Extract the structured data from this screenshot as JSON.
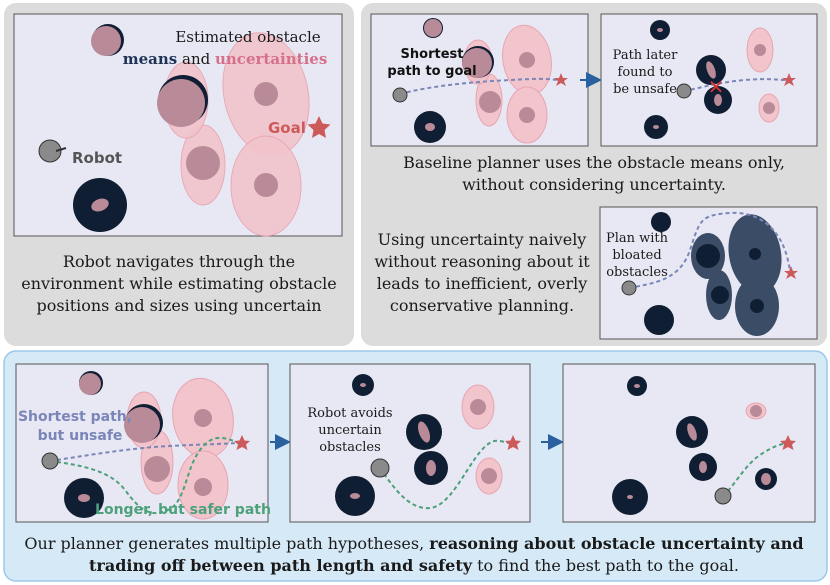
{
  "panels": {
    "topleft": {
      "legend_line1": "Estimated obstacle",
      "legend_means": "means",
      "legend_and": "and",
      "legend_uncertainties": "uncertainties",
      "goal_label": "Goal",
      "robot_label": "Robot",
      "caption": [
        "Robot navigates through the",
        "environment while estimating obstacle",
        "positions and sizes using uncertain"
      ]
    },
    "topright": {
      "shortest_path_label": [
        "Shortest",
        "path to goal"
      ],
      "unsafe_label": [
        "Path later",
        "found to",
        "be unsafe"
      ],
      "baseline_caption": [
        "Baseline planner uses the obstacle means only,",
        "without considering uncertainty."
      ],
      "naive_caption": [
        "Using uncertainty naively",
        "without reasoning about it",
        "leads to inefficient, overly",
        "conservative planning."
      ],
      "bloated_label": [
        "Plan with",
        "bloated",
        "obstacles"
      ]
    },
    "bottom": {
      "shortest_unsafe_label": [
        "Shortest path,",
        "but unsafe"
      ],
      "longer_safer_label": "Longer, but safer path",
      "avoids_label": [
        "Robot avoids",
        "uncertain",
        "obstacles"
      ],
      "caption_line1_a": "Our planner generates multiple path hypotheses,",
      "caption_line1_b": "reasoning about obstacle uncertainty and",
      "caption_line2_a": "trading off between path length and safety",
      "caption_line2_b": "to find the best path to the goal."
    }
  },
  "colors": {
    "panel_gray": "#dcdcdc",
    "panel_blue": "#d6e9f7",
    "scene_bg": "#e8e8f4",
    "obstacle_dark": "#0f1e33",
    "obstacle_mean": "#b98b98",
    "uncertainty_pink": "#f2c4cc",
    "goal_red": "#cd5a5a",
    "path_blue": "#7b86b8",
    "path_green": "#4ca07a",
    "bloated": "#3b4d66"
  }
}
